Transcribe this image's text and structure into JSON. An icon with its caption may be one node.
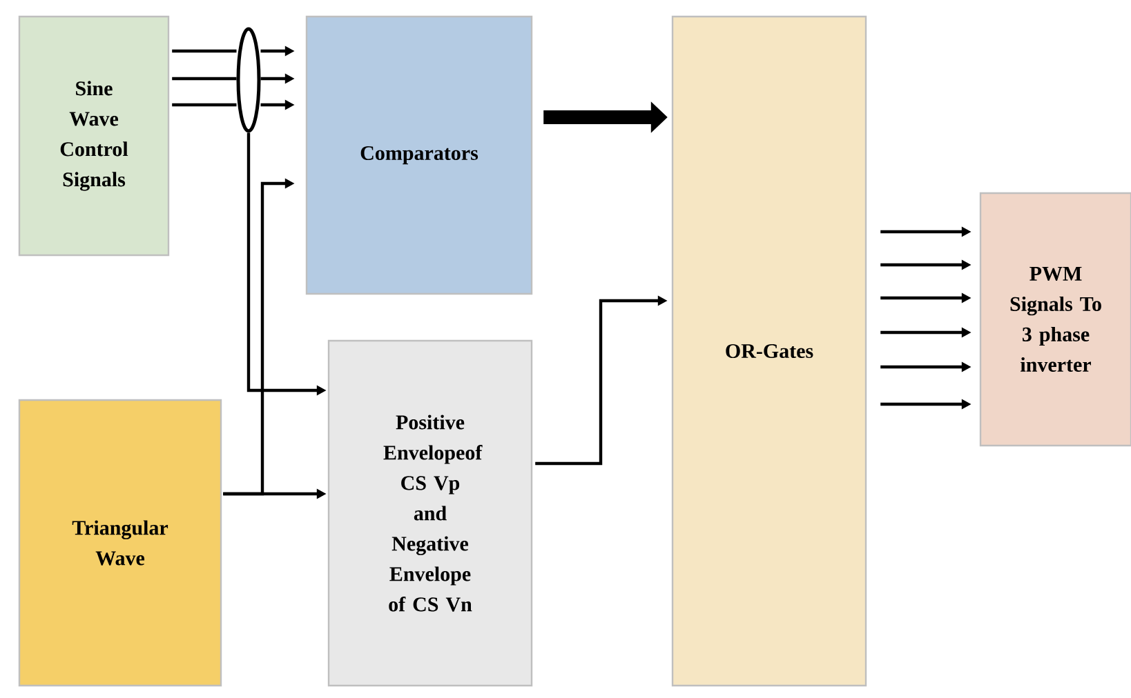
{
  "diagram": {
    "nodes": [
      {
        "text": [
          "Sine Wave Control Signals"
        ]
      },
      {
        "text": [
          "Comparators"
        ]
      },
      {
        "text": [
          "Triangular Wave"
        ]
      },
      {
        "text": [
          "Positive Envelopeof CS Vp and Negative Envelope of CS Vn"
        ]
      },
      {
        "text": [
          "OR-Gates"
        ]
      },
      {
        "text": [
          "PWM Signals To 3 phase inverter"
        ]
      },
      {
        "text": [],
        "shape": "ellipse"
      }
    ],
    "edges": [
      {
        "from": 0,
        "to": 6,
        "arrow": "none"
      },
      {
        "from": 0,
        "to": 6,
        "arrow": "none"
      },
      {
        "from": 0,
        "to": 6,
        "arrow": "none"
      },
      {
        "from": 6,
        "to": 3,
        "arrow": "to"
      },
      {
        "from": 2,
        "to": 1,
        "arrow": "to"
      },
      {
        "from": 2,
        "to": 3,
        "arrow": "to"
      },
      {
        "from": 1,
        "to": 4,
        "arrow": "to",
        "style": "thick"
      },
      {
        "from": 3,
        "to": 4,
        "arrow": "to"
      },
      {
        "from": 4,
        "to": 5,
        "arrow": "to"
      },
      {
        "from": 4,
        "to": 5,
        "arrow": "to"
      },
      {
        "from": 4,
        "to": 5,
        "arrow": "to"
      },
      {
        "from": 4,
        "to": 5,
        "arrow": "to"
      },
      {
        "from": 4,
        "to": 5,
        "arrow": "to"
      },
      {
        "from": 4,
        "to": 5,
        "arrow": "to"
      },
      {
        "from": 6,
        "to": 1,
        "arrow": "to"
      },
      {
        "from": 6,
        "to": 1,
        "arrow": "to"
      },
      {
        "from": 6,
        "to": 1,
        "arrow": "to"
      }
    ]
  }
}
